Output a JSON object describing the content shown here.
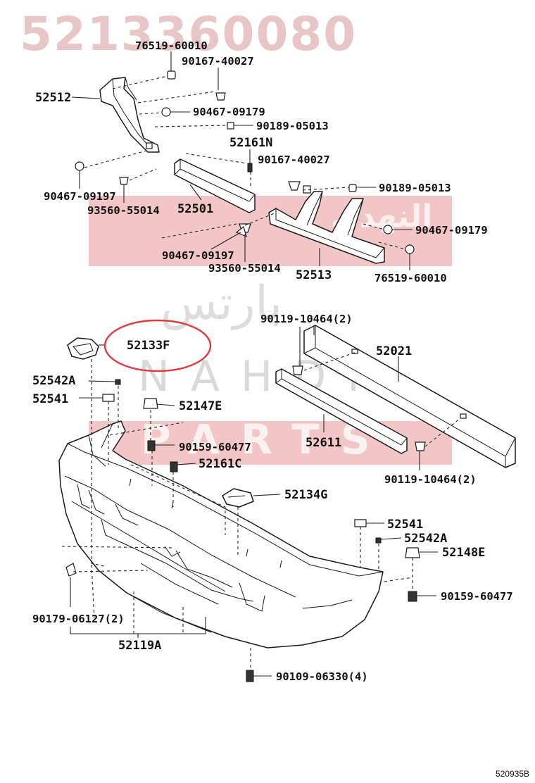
{
  "ref_number": "5213360080",
  "diagram_code": "520935B",
  "watermarks": {
    "parts": "PARTS",
    "nahdi": "NAHDI",
    "arabic_1": "النهدي",
    "arabic_2": "بارتس"
  },
  "highlight_color": "#e0393e",
  "labels": {
    "p76519_60010_a": "76519-60010",
    "p90167_40027_a": "90167-40027",
    "p52512": "52512",
    "p90467_09179_a": "90467-09179",
    "p90189_05013_a": "90189-05013",
    "p52161N": "52161N",
    "p90167_40027_b": "90167-40027",
    "p90189_05013_b": "90189-05013",
    "p90467_09197_a": "90467-09197",
    "p93560_55014_a": "93560-55014",
    "p52501": "52501",
    "p90467_09179_b": "90467-09179",
    "p90467_09197_b": "90467-09197",
    "p93560_55014_b": "93560-55014",
    "p52513": "52513",
    "p76519_60010_b": "76519-60010",
    "p90119_10464_a": "90119-10464(2)",
    "p52021": "52021",
    "p52133F": "52133F",
    "p52542A_a": "52542A",
    "p52541_a": "52541",
    "p52147E": "52147E",
    "p90159_60477_a": "90159-60477",
    "p52611": "52611",
    "p90119_10464_b": "90119-10464(2)",
    "p52161C": "52161C",
    "p52134G": "52134G",
    "p52541_b": "52541",
    "p52542A_b": "52542A",
    "p52148E": "52148E",
    "p90159_60477_b": "90159-60477",
    "p90179_06127": "90179-06127(2)",
    "p52119A": "52119A",
    "p90109_06330": "90109-06330(4)"
  }
}
